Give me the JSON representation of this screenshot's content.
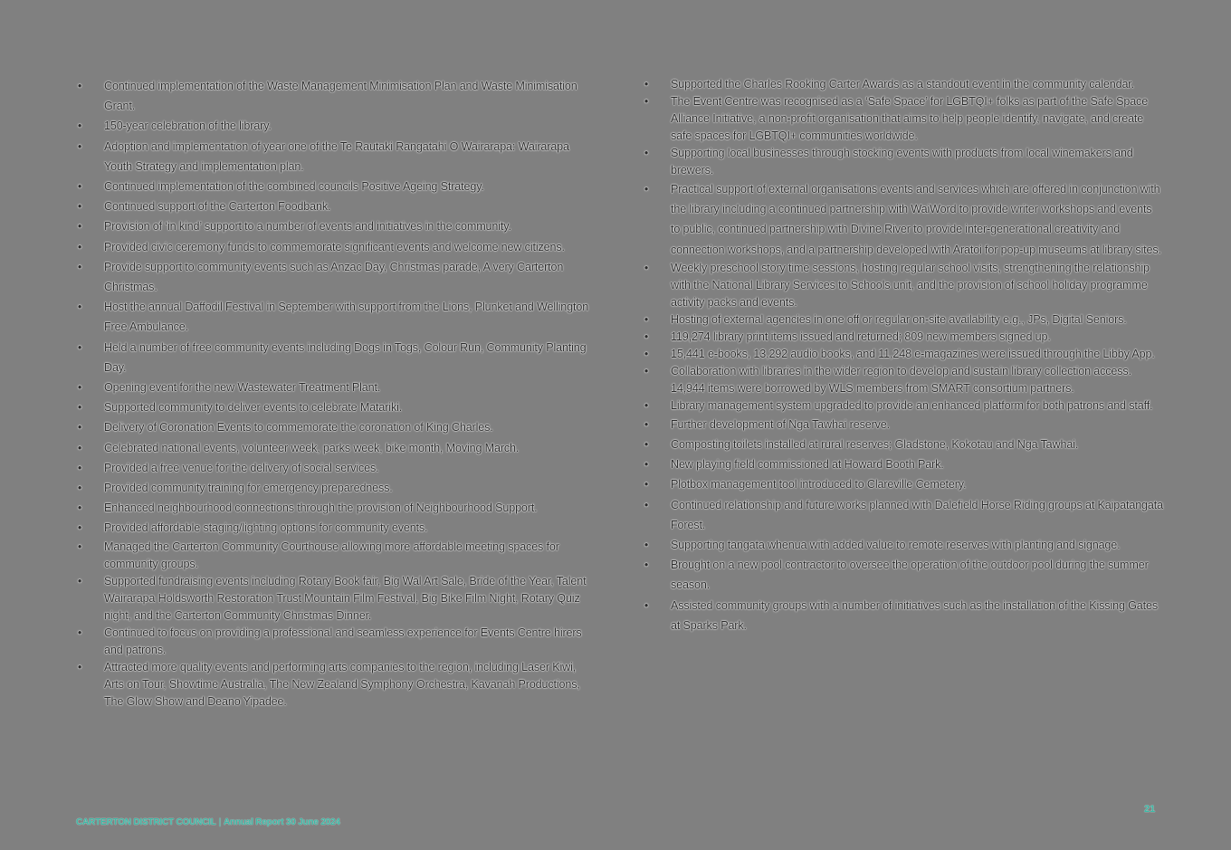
{
  "left_column": {
    "items": [
      "Continued implementation of the Waste Management Minimisation Plan and Waste Minimisation Grant.",
      "150-year celebration of the library.",
      "Adoption and implementation of year one of the Te Rautaki Rangatahi O Wairarapa: Wairarapa Youth Strategy and implementation plan.",
      "Continued implementation of the combined councils Positive Ageing Strategy.",
      "Continued support of the Carterton Foodbank.",
      "Provision of ‘in kind’ support to a number of events and initiatives in the community.",
      "Provided civic ceremony funds to commemorate significant events and welcome new citizens.",
      "Provide support to community events such as Anzac Day, Christmas parade, A very Carterton Christmas.",
      "Host the annual Daffodil Festival in September with support from the Lions, Plunket and Wellington Free Ambulance.",
      "Held a number of free community events including Dogs in Togs, Colour Run, Community Planting Day.",
      "Opening event for the new Wastewater Treatment Plant.",
      "Supported community to deliver events to celebrate Matariki.",
      "Delivery of Coronation Events to commemorate the coronation of King Charles.",
      "Celebrated national events, volunteer week, parks week, bike month, Moving March.",
      "Provided a free venue for the delivery of social services.",
      "Provided community training for emergency preparedness.",
      "Enhanced neighbourhood connections through the provision of Neighbourhood Support.",
      "Provided affordable staging/lighting options for community events.",
      "Managed the Carterton Community Courthouse allowing more affordable meeting spaces for community groups.",
      "Supported fundraising events including Rotary Book fair, Big Wal Art Sale, Bride of the Year, Talent Wairarapa Holdsworth Restoration Trust Mountain Film Festival, Big Bike Film Night, Rotary Quiz night, and the Carterton Community Christmas Dinner.",
      "Continued to focus on providing a professional and seamless experience for Events Centre hirers and patrons.",
      "Attracted more quality events and performing arts companies to the region, including Laser Kiwi, Arts on Tour, Showtime Australia, The New Zealand Symphony Orchestra, Kavanah Productions, The Glow Show and Deano Yipadee."
    ]
  },
  "right_column": {
    "items": [
      "Supported the Charles Rooking Carter Awards as a standout event in the community calendar.",
      "The Event Centre was recognised as a ‘Safe Space’ for LGBTQI+ folks as part of the Safe Space Alliance Initiative, a non-profit organisation that aims to help people identify, navigate, and create safe spaces for LGBTQI+ communities worldwide.",
      "Supporting local businesses through stocking events with products from local winemakers and brewers.",
      "Practical support of external organisations events and services which are offered in conjunction with the library including a continued partnership with WaiWord to provide writer workshops and events to public, continued partnership with Divine River to provide inter-generational creativity and connection workshops, and a partnership developed with Aratoi for pop-up museums at library sites.",
      "Weekly preschool story time sessions, hosting regular school visits, strengthening the relationship with the National Library Services to Schools unit, and the provision of school holiday programme activity packs and events.",
      "Hosting of external agencies in one off or regular on-site availability e.g., JPs, Digital Seniors.",
      "119,274 library print items issued and returned; 809 new members signed up.",
      "15,441 e-books, 13,292 audio books, and 11,248 e-magazines were issued through the Libby App.",
      "Collaboration with libraries in the wider region to develop and sustain library collection access. 14,944 items were borrowed by WLS members from SMART consortium partners.",
      "Library management system upgraded to provide an enhanced platform for both patrons and staff.",
      "Further development of Nga Tawhai reserve.",
      "Composting toilets installed at rural reserves; Gladstone, Kokotau and Nga Tawhai.",
      "New playing field commissioned at Howard Booth Park.",
      "Plotbox management tool introduced to Clareville Cemetery.",
      "Continued relationship and future works planned with Dalefield Horse Riding groups at Kaipatangata Forest.",
      "Supporting tangata whenua with added value to remote reserves with planting and signage.",
      "Brought on a new pool contractor to oversee the operation of the outdoor pool during the summer season.",
      "Assisted community groups with a number of initiatives such as the installation of the Kissing Gates at Sparks Park."
    ]
  },
  "footer": {
    "organisation": "CARTERTON DISTRICT COUNCIL",
    "separator": "|",
    "report_title": "Annual Report 30 June 2024",
    "page_number": "21"
  },
  "bullet_glyph": "•",
  "colors": {
    "background": "#808080",
    "text": "#2a2a2a",
    "accent": "#3fb8a6"
  }
}
